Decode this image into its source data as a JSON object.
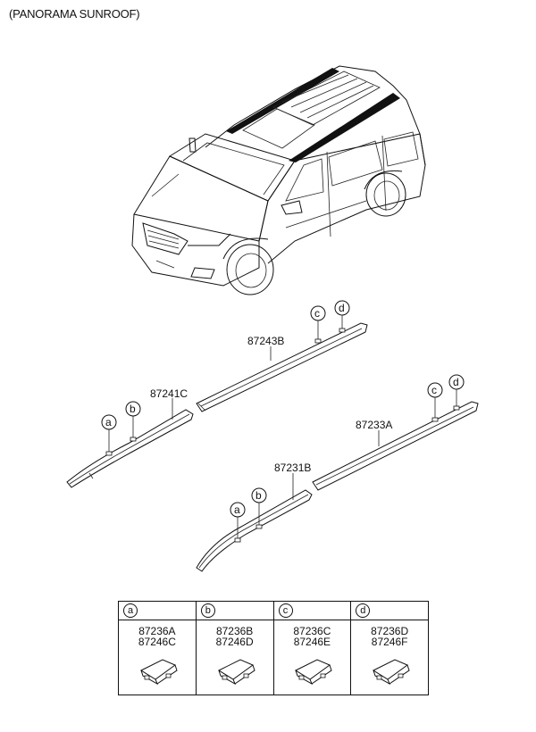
{
  "header": {
    "title": "(PANORAMA SUNROOF)"
  },
  "parts": {
    "p87243B": "87243B",
    "p87241C": "87241C",
    "p87233A": "87233A",
    "p87231B": "87231B"
  },
  "callouts": {
    "a": "a",
    "b": "b",
    "c": "c",
    "d": "d"
  },
  "legend": [
    {
      "key": "a",
      "code1": "87236A",
      "code2": "87246C"
    },
    {
      "key": "b",
      "code1": "87236B",
      "code2": "87246D"
    },
    {
      "key": "c",
      "code1": "87236C",
      "code2": "87246E"
    },
    {
      "key": "d",
      "code1": "87236D",
      "code2": "87246F"
    }
  ]
}
